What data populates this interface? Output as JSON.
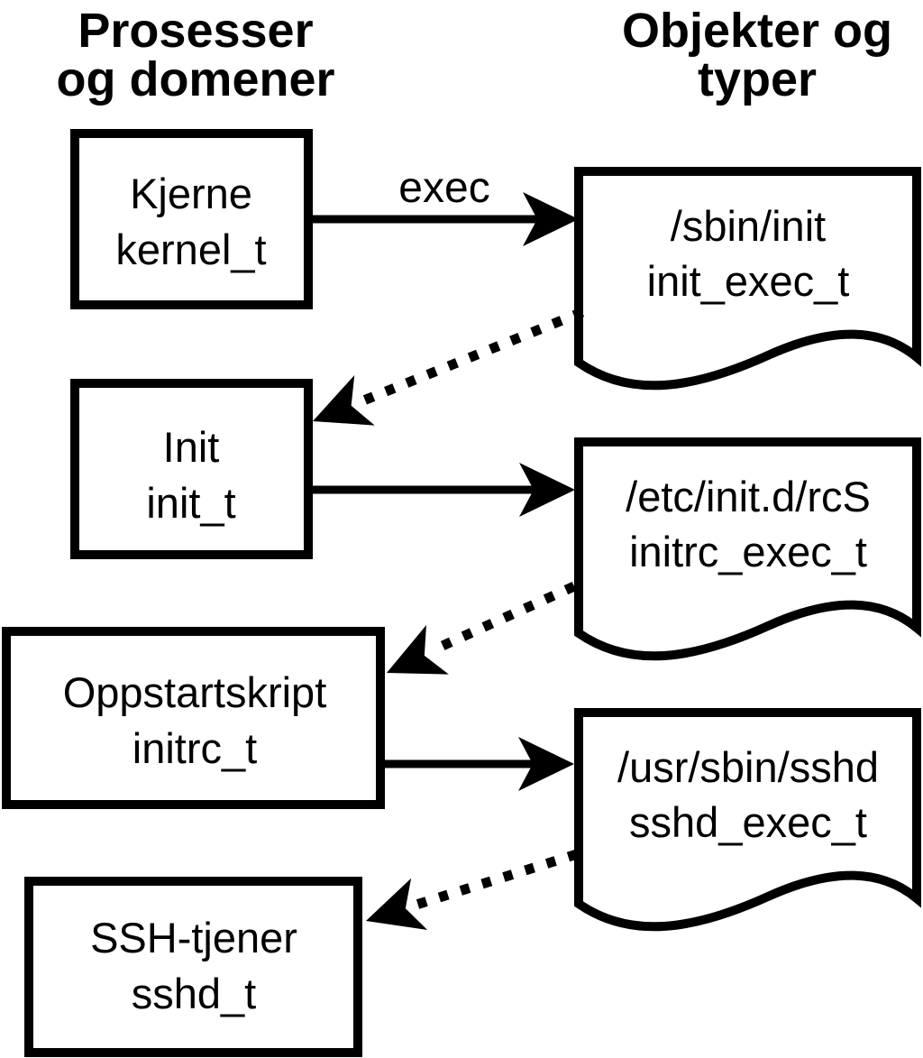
{
  "diagram": {
    "left_column_header": {
      "line1": "Prosesser",
      "line2": "og domener"
    },
    "right_column_header": {
      "line1": "Objekter og",
      "line2": "typer"
    },
    "processes": [
      {
        "label": "Kjerne",
        "type": "kernel_t"
      },
      {
        "label": "Init",
        "type": "init_t"
      },
      {
        "label": "Oppstartskript",
        "type": "initrc_t"
      },
      {
        "label": "SSH-tjener",
        "type": "sshd_t"
      }
    ],
    "objects": [
      {
        "path": "/sbin/init",
        "type": "init_exec_t"
      },
      {
        "path": "/etc/init.d/rcS",
        "type": "initrc_exec_t"
      },
      {
        "path": "/usr/sbin/sshd",
        "type": "sshd_exec_t"
      }
    ],
    "edge_labels": {
      "exec": "exec"
    },
    "colors": {
      "stroke": "#000000",
      "fill": "#ffffff",
      "text": "#000000"
    }
  }
}
